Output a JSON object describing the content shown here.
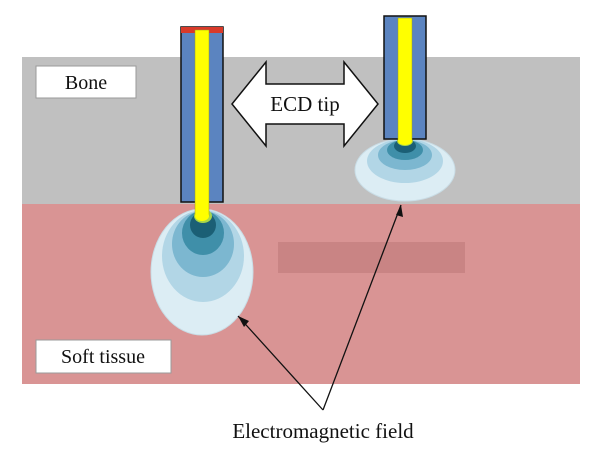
{
  "labels": {
    "bone": "Bone",
    "soft_tissue": "Soft tissue",
    "ecd_tip": "ECD tip",
    "field": "Electromagnetic field"
  },
  "colors": {
    "bone": "#c0c0c0",
    "soft_tissue": "#d99494",
    "overlay": "#c98484",
    "probe_shell": "#5b84c0",
    "probe_core": "#ffff00",
    "probe_outline": "#111111",
    "field_outer": "#dcedf4",
    "field_ring2": "#b2d6e6",
    "field_ring3": "#7cb7d0",
    "field_ring4": "#3f8fa9",
    "field_core": "#1b5f75",
    "tip_glow": "#a9d64a"
  }
}
